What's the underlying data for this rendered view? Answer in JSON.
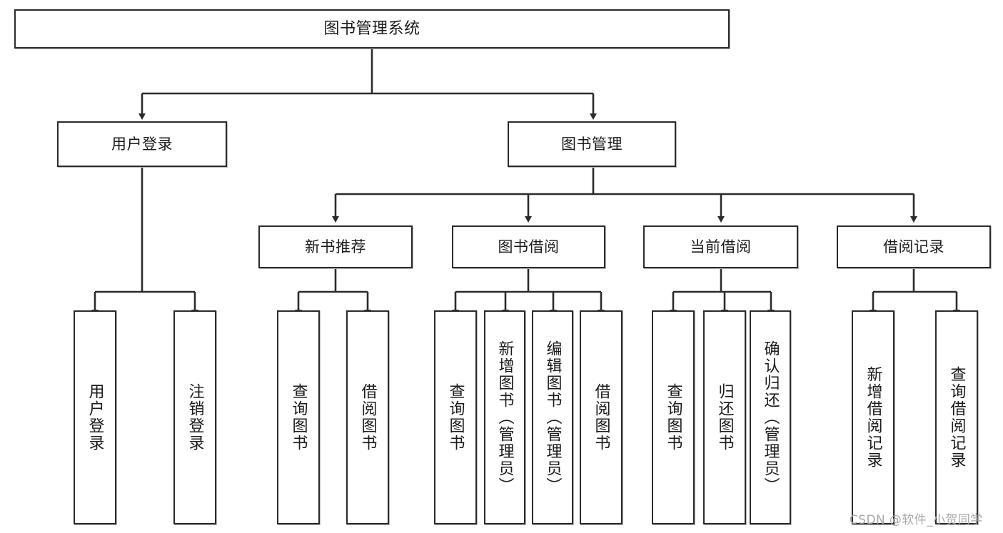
{
  "diagram": {
    "title": "图书管理系统",
    "watermark": "CSDN @软件_小贺同学",
    "line_color": "#2b2b2b",
    "box_fill": "#ffffff",
    "text_color": "#1b1b1b",
    "levels": {
      "root": {
        "label": "图书管理系统"
      },
      "level2": [
        {
          "label": "用户登录"
        },
        {
          "label": "图书管理"
        }
      ],
      "level3": [
        {
          "label": "新书推荐"
        },
        {
          "label": "图书借阅"
        },
        {
          "label": "当前借阅"
        },
        {
          "label": "借阅记录"
        }
      ],
      "leaves": {
        "user_login": [
          {
            "label": "用户登录"
          },
          {
            "label": "注销登录"
          }
        ],
        "new_book_recommend": [
          {
            "label": "查询图书"
          },
          {
            "label": "借阅图书"
          }
        ],
        "book_borrow": [
          {
            "label": "查询图书"
          },
          {
            "label": "新增图书（管理员）"
          },
          {
            "label": "编辑图书（管理员）"
          },
          {
            "label": "借阅图书"
          }
        ],
        "current_borrow": [
          {
            "label": "查询图书"
          },
          {
            "label": "归还图书"
          },
          {
            "label": "确认归还（管理员）"
          }
        ],
        "borrow_record": [
          {
            "label": "新增借阅记录"
          },
          {
            "label": "查询借阅记录"
          }
        ]
      }
    }
  }
}
